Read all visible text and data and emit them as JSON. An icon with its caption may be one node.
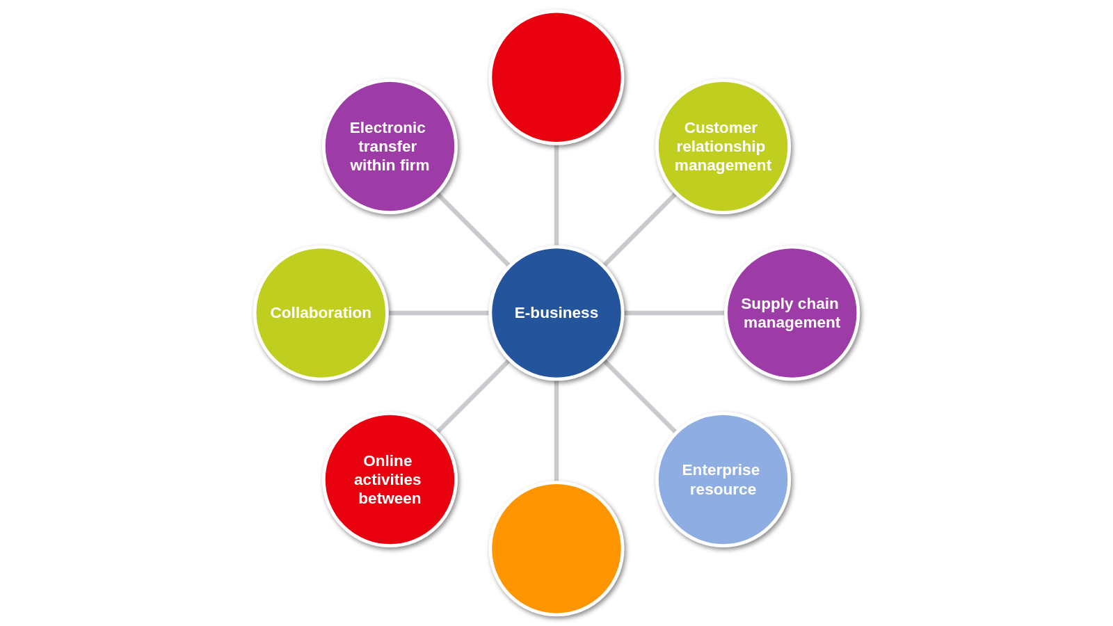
{
  "diagram": {
    "nodes": [
      {
        "text": [
          "Electronic transfer within firm"
        ]
      },
      {
        "text": [],
        "shape": "circle"
      },
      {
        "text": [
          "Customer relationship management"
        ]
      },
      {
        "text": [
          "Collaboration"
        ]
      },
      {
        "text": [
          "E-business"
        ]
      },
      {
        "text": [
          "Supply chain management"
        ]
      },
      {
        "text": [
          "Online activities between"
        ]
      },
      {
        "text": [],
        "shape": "circle"
      },
      {
        "text": [
          "Enterprise resource"
        ]
      }
    ],
    "edges": [
      {
        "from": 0,
        "to": 4,
        "arrow": "none"
      },
      {
        "from": 1,
        "to": 4,
        "arrow": "none"
      },
      {
        "from": 2,
        "to": 4,
        "arrow": "none"
      },
      {
        "from": 3,
        "to": 4,
        "arrow": "none"
      },
      {
        "from": 5,
        "to": 4,
        "arrow": "none"
      },
      {
        "from": 4,
        "to": 6,
        "arrow": "none"
      },
      {
        "from": 4,
        "to": 7,
        "arrow": "none"
      },
      {
        "from": 4,
        "to": 8,
        "arrow": "none"
      }
    ]
  }
}
